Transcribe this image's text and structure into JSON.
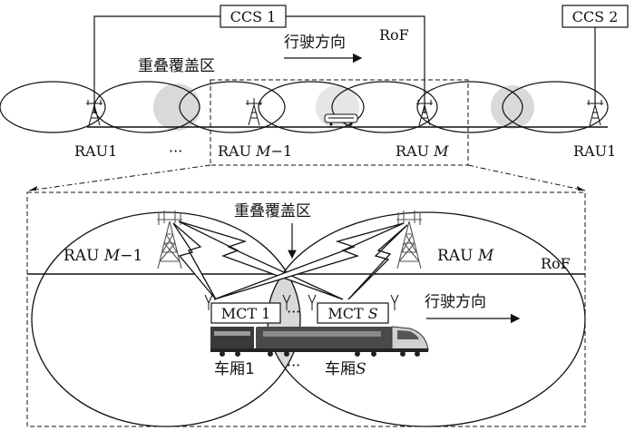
{
  "top": {
    "ccs1": "CCS 1",
    "ccs2": "CCS 2",
    "rof": "RoF",
    "direction": "行驶方向",
    "overlap": "重叠覆盖区",
    "rau_left": "RAU1",
    "ellipsis": "···",
    "rau_m_minus_1_prefix": "RAU ",
    "rau_m_minus_1_var": "M",
    "rau_m_minus_1_suffix": "−1",
    "rau_m_prefix": "RAU ",
    "rau_m_var": "M",
    "rau_right": "RAU1"
  },
  "detail": {
    "overlap": "重叠覆盖区",
    "rau_left_prefix": "RAU ",
    "rau_left_var": "M",
    "rau_left_suffix": "−1",
    "rau_right_prefix": "RAU ",
    "rau_right_var": "M",
    "rof": "RoF",
    "direction": "行驶方向",
    "mct1": "MCT 1",
    "ellipsis": "···",
    "mcts_prefix": "MCT ",
    "mcts_var": "S",
    "car1": "车厢1",
    "car_ellipsis": "···",
    "cars_prefix": "车厢",
    "cars_var": "S"
  },
  "colors": {
    "line": "#111111",
    "overlap_fill": "#d9d9d9",
    "tower_grey": "#777777"
  }
}
